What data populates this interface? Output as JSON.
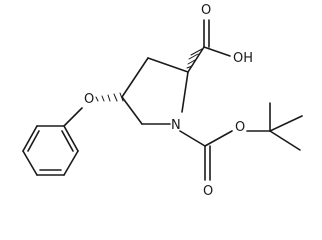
{
  "molecule": {
    "atom_labels": {
      "carboxyl_oh": "OH",
      "carboxyl_o_double": "O",
      "ring_nitrogen": "N",
      "ether_oxygen": "O",
      "carbamate_o_double": "O",
      "carbamate_o_single": "O"
    }
  }
}
